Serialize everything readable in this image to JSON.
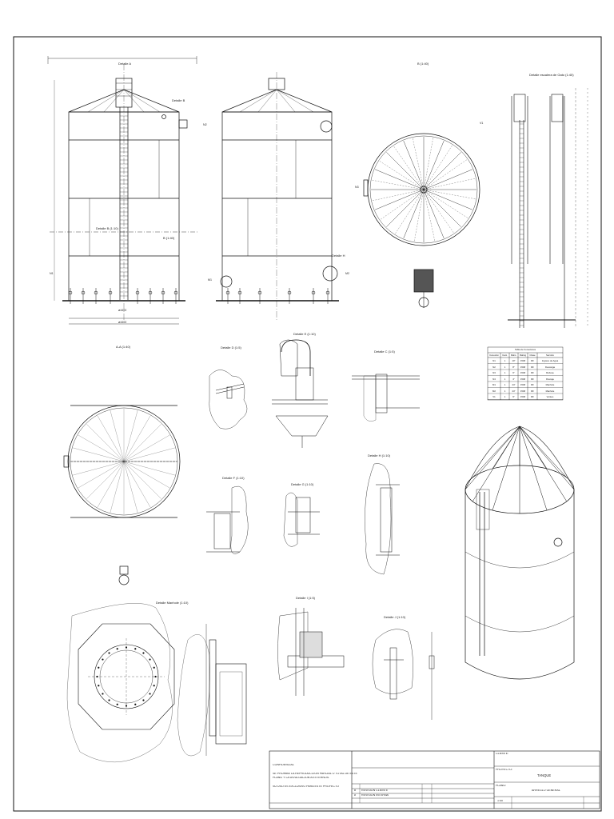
{
  "views": {
    "elevation": "Detalle A",
    "elevation_detail": "Detalle B",
    "elevation_level": "Detalle B (1:10)",
    "section": "B (1:40)",
    "plan_top": "B (1:40)",
    "ladder": "Detalle escalera de Gato (1:40)",
    "plan_bottom": "A-A (1:40)",
    "man_hole": "Detalle Manhole (1:10)",
    "detail_d": "Detalle D (1:5)",
    "detail_e": "Detalle E (1:10)",
    "detail_c": "Detalle C (1:5)",
    "detail_f": "Detalle F (1:10)",
    "detail_g": "Detalle G (1:10)",
    "detail_h": "Detalle H (1:10)",
    "detail_i": "Detalle I (1:5)",
    "detail_j": "Detalle J (1:10)",
    "detail_h2": "Detalle H"
  },
  "nozzle_table": {
    "title": "Tabla de Conexiones",
    "headers": [
      "Conexión",
      "Cant.",
      "Diám.",
      "Rating",
      "Clase",
      "Servicio"
    ],
    "rows": [
      [
        "N1",
        "1",
        "10\"",
        "150#",
        "RF",
        "Ingreso de Agua"
      ],
      [
        "N2",
        "1",
        "8\"",
        "150#",
        "RF",
        "Descarga"
      ],
      [
        "N3",
        "1",
        "6\"",
        "150#",
        "RF",
        "Rebose"
      ],
      [
        "N4",
        "1",
        "4\"",
        "150#",
        "RF",
        "Drenaje"
      ],
      [
        "M1",
        "1",
        "24\"",
        "150#",
        "RF",
        "Manhole"
      ],
      [
        "M2",
        "1",
        "24\"",
        "150#",
        "RF",
        "Manhole"
      ],
      [
        "V1",
        "1",
        "6\"",
        "150#",
        "RF",
        "Venteo"
      ]
    ]
  },
  "title_block": {
    "confidential_title": "CONFIDENCIAL",
    "confidential_text_1": "SE PROHIBE LA REPRODUCCION PARCIAL O TOTAL DE ESTE",
    "confidential_text_2": "PLANO Y LA DIVULGACION A EXTERNOS.",
    "confidential_text_3": "SU USO ES EXCLUSIVO PARA ESTE PROYECTO",
    "rev_b": "B",
    "rev_b_desc": "REVISION CLIENTE",
    "rev_a": "A",
    "rev_a_desc": "REVISION INTERNA",
    "client_label": "CLIENTE:",
    "project_label": "PROYECTO:",
    "project_value": "TANQUE",
    "plane_label": "PLANO:",
    "plane_value": "ARREGLO GENERAL",
    "scale_value": "1:40"
  },
  "dims": {
    "elev_width": "ø4400",
    "elev_base": "ø4400",
    "n1": "N1",
    "n2": "N2",
    "n3": "N3",
    "m1": "M1",
    "m2": "M2",
    "v1": "V1"
  }
}
